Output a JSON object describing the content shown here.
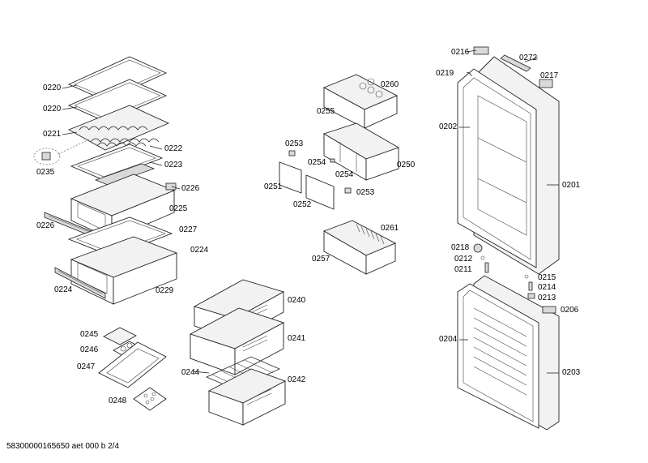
{
  "labels": {
    "l0220a": "0220",
    "l0220b": "0220",
    "l0221": "0221",
    "l0222": "0222",
    "l0235": "0235",
    "l0223": "0223",
    "l0226a": "0226",
    "l0225": "0225",
    "l0226b": "0226",
    "l0227": "0227",
    "l0224a": "0224",
    "l0224b": "0224",
    "l0229": "0229",
    "l0260": "0260",
    "l0255": "0255",
    "l0253a": "0253",
    "l0254a": "0254",
    "l0250": "0250",
    "l0254b": "0254",
    "l0251": "0251",
    "l0253b": "0253",
    "l0252": "0252",
    "l0261": "0261",
    "l0257": "0257",
    "l0240": "0240",
    "l0241": "0241",
    "l0242": "0242",
    "l0244": "0244",
    "l0245": "0245",
    "l0246": "0246",
    "l0247": "0247",
    "l0248": "0248",
    "l0216": "0216",
    "l0272": "0272",
    "l0219": "0219",
    "l0217": "0217",
    "l0202": "0202",
    "l0201": "0201",
    "l0218": "0218",
    "l0212": "0212",
    "l0211": "0211",
    "l0215": "0215",
    "l0214": "0214",
    "l0213": "0213",
    "l0206": "0206",
    "l0204": "0204",
    "l0203": "0203"
  },
  "footer": "58300000165650 aet 000 b 2/4"
}
